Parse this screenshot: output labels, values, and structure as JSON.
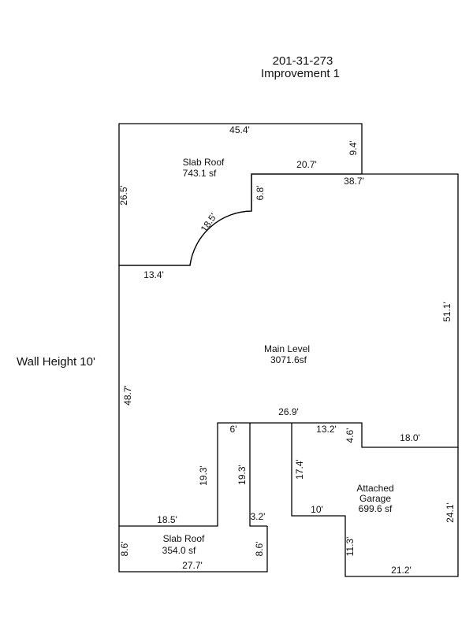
{
  "header": {
    "parcel_id": "201-31-273",
    "improvement": "Improvement 1"
  },
  "wall_height": "Wall Height 10'",
  "areas": {
    "slab_roof_upper": {
      "name": "Slab Roof",
      "size": "743.1 sf"
    },
    "main_level": {
      "name": "Main Level",
      "size": "3071.6sf"
    },
    "attached_garage": {
      "name_line1": "Attached",
      "name_line2": "Garage",
      "size": "699.6 sf"
    },
    "slab_roof_lower": {
      "name": "Slab Roof",
      "size": "354.0 sf"
    }
  },
  "dimensions": {
    "top_45_4": "45.4'",
    "right_9_4": "9.4'",
    "step_20_7": "20.7'",
    "top_38_7": "38.7'",
    "step_6_8": "6.8'",
    "arc_18_5": "18.5'",
    "left_26_5": "26.5'",
    "ledge_13_4": "13.4'",
    "right_51_1": "51.1'",
    "left_48_7": "48.7'",
    "mid_26_9": "26.9'",
    "notch_6": "6'",
    "gar_13_2": "13.2'",
    "gar_4_6": "4.6'",
    "gar_18_0": "18.0'",
    "notch_19_3_left": "19.3'",
    "notch_19_3_right": "19.3'",
    "gar_17_4": "17.4'",
    "gar_24_1": "24.1'",
    "gar_10": "10'",
    "notch_3_2": "3.2'",
    "slab_18_5": "18.5'",
    "gar_11_3": "11.3'",
    "slab_8_6_left": "8.6'",
    "slab_8_6_right": "8.6'",
    "slab_27_7": "27.7'",
    "gar_21_2": "21.2'"
  }
}
